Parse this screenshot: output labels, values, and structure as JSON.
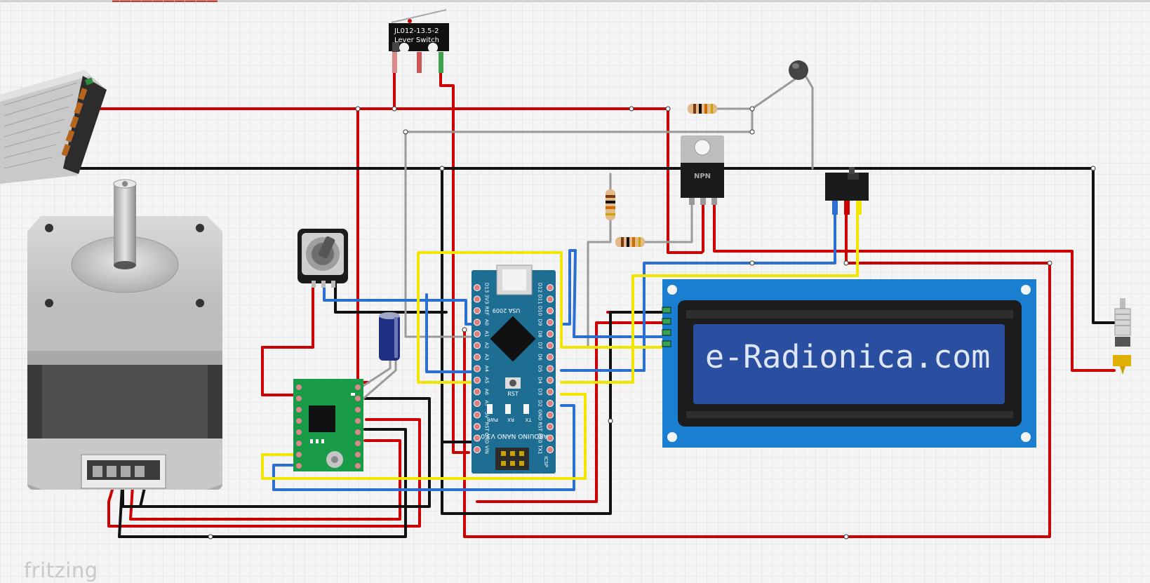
{
  "app": {
    "brand": "fritzing"
  },
  "components": {
    "lever_switch": {
      "part": "JL012-13.5-2",
      "label": "Lever Switch"
    },
    "transistor": {
      "label": "NPN"
    },
    "arduino": {
      "usb_label": "USA",
      "chip_label": "2009",
      "reset_label": "RST",
      "model": "ARDUINO NANO V3.0",
      "led_labels": [
        "PWR",
        "RX",
        "TX"
      ],
      "icsp_label": "ICSP",
      "left_pins": [
        "D13",
        "3V3",
        "REF",
        "A0",
        "A1",
        "A2",
        "A3",
        "A4",
        "A5",
        "A6",
        "A7",
        "5V",
        "RST",
        "GND",
        "VIN"
      ],
      "right_pins": [
        "D12",
        "D11",
        "D10",
        "D9",
        "D8",
        "D7",
        "D6",
        "D5",
        "D4",
        "D3",
        "D2",
        "GND",
        "RST",
        "RX0",
        "TX1"
      ]
    },
    "lcd": {
      "text": "e-Radionica.com"
    }
  },
  "colors": {
    "grid_bg": "#f4f4f4",
    "grid_line": "#dedede",
    "wire_red": "#cc0000",
    "wire_black": "#111111",
    "wire_blue": "#2a6fd1",
    "wire_yellow": "#f2e600",
    "wire_gray": "#9a9a9a",
    "lcd_board": "#1a7fd0",
    "lcd_screen": "#2a4fa0",
    "lcd_text": "#dfe7f7",
    "arduino_board": "#1e6e93",
    "driver_board": "#1a9b48",
    "brand_text": "#c9c9c9"
  }
}
